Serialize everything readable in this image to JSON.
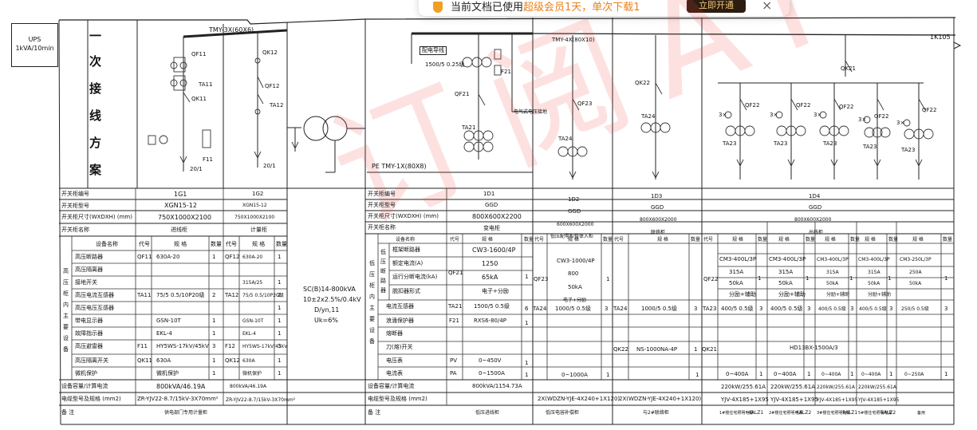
{
  "notice": {
    "message_a": "当前文档已使用",
    "message_hl": "超级会员1天，单次下载1",
    "button": "立即开通",
    "close": "×"
  },
  "watermark": "订阅AI-ET",
  "ups": {
    "line1": "UPS",
    "line2": "1kVA/10min"
  },
  "left_title_chars": [
    "一",
    "次",
    "接",
    "线",
    "方",
    "案"
  ],
  "bus_labels": {
    "left_bus": "TMY-3X(60X6)",
    "pe_bus": "PE  TMY-1X(80X8)",
    "mid_bus": "TMY-4X(80X10)",
    "right_bus": "1K105",
    "meter_box": "配电导线",
    "ct_main": "1500/5 0.25级"
  },
  "schematic_labels": {
    "qf11": "QF11",
    "ta11": "TA11",
    "qk11": "QK11",
    "f11": "F11",
    "ct_20": "20/1",
    "qk12": "QK12",
    "qf12": "QF12",
    "ta12": "TA12",
    "c20": "20/1",
    "qf21": "QF21",
    "ta21": "TA21",
    "f21": "F21",
    "arrester": "电气式电压接地",
    "qf23": "QF23",
    "ta24": "TA24",
    "qk22": "QK22",
    "ta24b": "TA24",
    "qk21": "QK21",
    "qf22_a": "QF22",
    "qf22_b": "QF22",
    "qf22_c": "QF22",
    "qf22_d": "QF22",
    "qf22_e": "QF22",
    "ta23_a": "TA23",
    "ta23_b": "TA23",
    "ta23_c": "TA23",
    "ta23_d": "TA23",
    "ta23_e": "TA23",
    "three_a": "3×",
    "three_b": "3×",
    "three_c": "3×",
    "three_d": "3×",
    "three_e": "3×"
  },
  "transformer": {
    "model": "SC(B)14-800kVA",
    "ratio": "10±2x2.5%/0.4kV",
    "group": "D/yn,11",
    "uk": "Uk=6%"
  },
  "left_header_rows": [
    "开关柜编号",
    "开关柜型号",
    "开关柜尺寸(WXDXH) (mm)",
    "开关柜名称"
  ],
  "left_panels": {
    "g1": {
      "no": "1G1",
      "type": "XGN15-12",
      "size": "750X1000X2100",
      "name": "进线柜"
    },
    "g2": {
      "no": "1G2",
      "type": "XGN15-12",
      "size": "750X1000X2100",
      "name": "计量柜"
    }
  },
  "left_table": {
    "section_label": [
      "高",
      "压",
      "柜",
      "内",
      "主",
      "要",
      "设",
      "备"
    ],
    "headers": [
      "设备名称",
      "代号",
      "规 格",
      "数量",
      "代号",
      "规 格",
      "数量"
    ],
    "rows": [
      [
        "高压断路器",
        "QF11",
        "630A-20",
        "1",
        "QF12",
        "630A-20",
        "1"
      ],
      [
        "高压隔离器",
        "",
        "",
        "",
        "",
        "",
        ""
      ],
      [
        "接地开关",
        "",
        "",
        "",
        "",
        "315A/25",
        "1"
      ],
      [
        "高压电流互感器",
        "TA11",
        "75/5 0.5/10P20级",
        "2",
        "TA12",
        "75/5 0.5/10P20级",
        "2"
      ],
      [
        "高压电压互感器",
        "",
        "",
        "",
        "",
        "",
        "1"
      ],
      [
        "带电显示器",
        "",
        "GSN-10T",
        "1",
        "",
        "GSN-10T",
        "1"
      ],
      [
        "故障指示器",
        "",
        "EKL-4",
        "1",
        "",
        "EKL-4",
        "1"
      ],
      [
        "高压避雷器",
        "F11",
        "HY5WS-17kV/45kV",
        "3",
        "F12",
        "HY5WS-17kV/45kV",
        "3"
      ],
      [
        "高压隔离开关",
        "QK11",
        "630A",
        "1",
        "QK12",
        "630A",
        "1"
      ],
      [
        "微机保护",
        "",
        "微机保护",
        "1",
        "",
        "微机保护",
        "1"
      ]
    ],
    "foot": [
      [
        "设备容量/计算电流",
        "800kVA/46.19A",
        "800kVA/46.19A"
      ],
      [
        "电缆型号及规格 (mm2)",
        "ZR-YJV22-8.7/15kV-3X70mm²",
        "ZR-YJV22-8.7/15kV-3X70mm²"
      ],
      [
        "备 注",
        "供电部门专用计量柜",
        ""
      ]
    ]
  },
  "right_header_rows": [
    "开关柜编号",
    "开关柜型号",
    "开关柜尺寸(WXDXH) (mm)",
    "开关柜名称"
  ],
  "right_panels": {
    "d1": {
      "no": "1D1",
      "type": "GGD",
      "size": "800X600X2200",
      "name": "变电柜"
    },
    "d2": {
      "no": "1D2",
      "type": "GGD",
      "size": "600X600X2000",
      "name": "低压配电柜整体入柜"
    },
    "d3": {
      "no": "1D3",
      "type": "GGD",
      "size": "800X600X2000",
      "name": "联络柜"
    },
    "d4": {
      "no": "1D4",
      "type": "GGD",
      "size": "800X600X2000",
      "name": "出线柜"
    }
  },
  "right_table": {
    "section_label": [
      "低",
      "压",
      "柜",
      "内",
      "主",
      "要",
      "设",
      "备"
    ],
    "sub_label": [
      "低",
      "压",
      "断",
      "路",
      "器"
    ],
    "headers": [
      "设备名称",
      "代号",
      "规 格",
      "数量",
      "代号",
      "规 格",
      "数量",
      "代号",
      "规 格",
      "数量",
      "代号",
      "规 格",
      "数量",
      "规 格",
      "数量",
      "规 格",
      "数量",
      "规 格",
      "数量",
      "规 格",
      "数量"
    ],
    "breaker_items": [
      "框架断路器",
      "额定电流(A)",
      "运行分断电流(kA)",
      "脱扣器形式"
    ],
    "d1_breaker": [
      "CW3-1600/4P",
      "1250",
      "65kA",
      "电子+分励"
    ],
    "d1_breaker_code": "QF21",
    "d1_breaker_qty": "1",
    "d2_breaker": [
      "CW3-1000/4P",
      "800",
      "50kA",
      "电子+分励"
    ],
    "d2_breaker_code": "QF23",
    "d2_breaker_qty": "1",
    "d4_breaker_code": "QF22",
    "d4_breakers": [
      [
        "CM3-400L/3P",
        "315A",
        "50kA",
        "分励+辅助",
        "1"
      ],
      [
        "CM3-400L/3P",
        "315A",
        "50kA",
        "分励+辅助",
        "1"
      ],
      [
        "CM3-400L/3P",
        "315A",
        "50kA",
        "分励+辅助",
        "1"
      ],
      [
        "CM3-400L/3P",
        "315A",
        "50kA",
        "分励+辅助",
        "1"
      ],
      [
        "CM3-250L/3P",
        "250A",
        "50kA",
        "",
        "1"
      ]
    ],
    "ct_row": {
      "label": "电流互感器",
      "d1": [
        "TA21",
        "1500/5 0.5级",
        "6"
      ],
      "d2": [
        "TA24",
        "1000/5 0.5级",
        "3"
      ],
      "d3": [
        "TA24",
        "1000/5 0.5级",
        "3"
      ],
      "d4_code": "TA23",
      "d4": [
        [
          "400/5 0.5级",
          "3"
        ],
        [
          "400/5 0.5级",
          "3"
        ],
        [
          "400/5 0.5级",
          "3"
        ],
        [
          "400/5 0.5级",
          "3"
        ],
        [
          "250/5 0.5级",
          "3"
        ]
      ]
    },
    "spd_row": {
      "label": "浪涌保护器",
      "code": "F21",
      "spec": "RXS6-80/4P",
      "qty": "1"
    },
    "fuse_row": {
      "label": "熔断器"
    },
    "switch_row": {
      "label": "刀(熔)开关",
      "d3_code": "QK22",
      "d3_spec": "NS-1000NA-4P",
      "d3_qty": "1",
      "d4_code": "QK21",
      "d4_spec": "HD13BX-1500A/3"
    },
    "volt_row": {
      "label": "电压表",
      "code": "PV",
      "spec": "0~450V",
      "qty": "1"
    },
    "amp_row": {
      "label": "电流表",
      "code": "PA",
      "spec": "0~1500A",
      "qty": "1",
      "d2": "0~1000A",
      "d2_qty": "1",
      "d3_qty": "1",
      "d4": [
        [
          "0~400A",
          "1"
        ],
        [
          "0~400A",
          "1"
        ],
        [
          "0~400A",
          "1"
        ],
        [
          "0~400A",
          "1"
        ],
        [
          "0~250A",
          "1"
        ]
      ]
    },
    "foot": {
      "cap_label": "设备容量/计算电流",
      "cap_d1": "800kVA/1154.73A",
      "cap_d4": [
        "220kW/255.61A",
        "220kW/255.61A",
        "220kW/255.61A",
        "220kW/255.61A"
      ],
      "cable_label": "电缆型号及规格 (mm2)",
      "cable_d2": "2X(WDZN-YJE-4X240+1X120)",
      "cable_d3": "2X(WDZN-YJE-4X240+1X120)",
      "cable_d4": [
        "YJV-4X185+1X95",
        "YJV-4X185+1X95",
        "YJV-4X185+1X95",
        "YJV-4X185+1X95"
      ],
      "note_label": "备 注",
      "note_d1": "低压进线柜",
      "note_d2": "低压电容补偿柜",
      "note_d3": "与2#联络柜",
      "note_d4": [
        "1#楼住宅照明电源",
        "2#楼住宅照明电源",
        "3#楼住宅照明电源",
        "5#楼住宅照明电源",
        "备用"
      ],
      "note_d4_codes": [
        "4ALZ1",
        "4ALZ2",
        "5ALZ1",
        "5ALZ2"
      ]
    }
  }
}
